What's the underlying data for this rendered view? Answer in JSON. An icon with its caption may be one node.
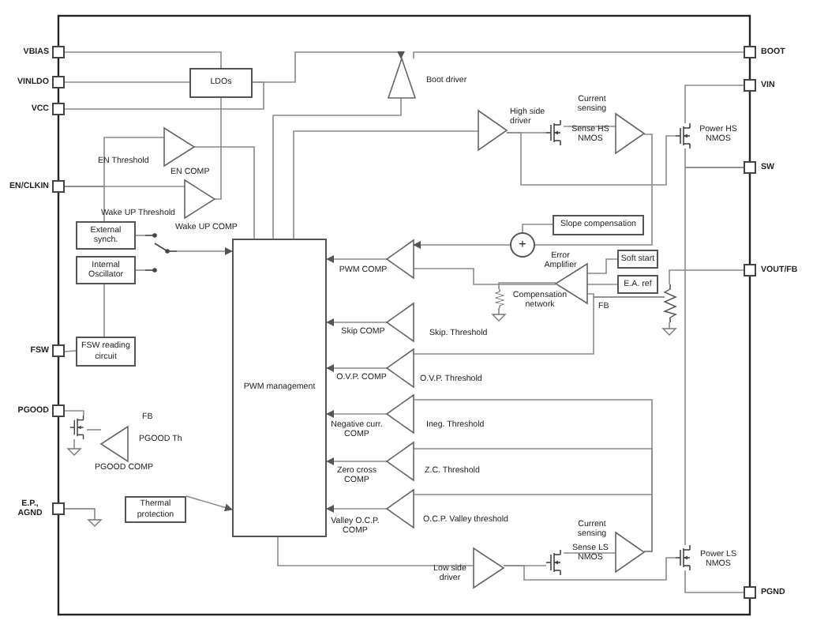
{
  "diagram": {
    "nodes": [
      {
        "text": [],
        "shape": "box",
        "beside": [
          "VBIAS"
        ]
      },
      {
        "text": [],
        "shape": "box",
        "beside": [
          "VINLDO"
        ]
      },
      {
        "text": [],
        "shape": "box",
        "beside": [
          "VCC"
        ]
      },
      {
        "text": [],
        "shape": "box",
        "beside": [
          "EN/CLKIN"
        ]
      },
      {
        "text": [],
        "shape": "box",
        "beside": [
          "FSW"
        ]
      },
      {
        "text": [],
        "shape": "box",
        "beside": [
          "PGOOD"
        ]
      },
      {
        "text": [],
        "shape": "box",
        "beside": [
          "E.P., AGND"
        ]
      },
      {
        "text": [],
        "shape": "box",
        "beside": [
          "BOOT"
        ]
      },
      {
        "text": [],
        "shape": "box",
        "beside": [
          "VIN"
        ]
      },
      {
        "text": [],
        "shape": "box",
        "beside": [
          "SW"
        ]
      },
      {
        "text": [],
        "shape": "box",
        "beside": [
          "VOUT/FB"
        ]
      },
      {
        "text": [],
        "shape": "box",
        "beside": [
          "PGND"
        ]
      },
      {
        "text": [
          "LDOs"
        ]
      },
      {
        "text": [
          "External synch."
        ]
      },
      {
        "text": [
          "Internal Oscillator"
        ]
      },
      {
        "text": [
          "FSW reading circuit"
        ]
      },
      {
        "text": [
          "Thermal protection"
        ]
      },
      {
        "text": [
          "PWM management"
        ]
      },
      {
        "text": [
          "Slope compensation"
        ]
      },
      {
        "text": [
          "Soft start"
        ]
      },
      {
        "text": [
          "E.A. ref"
        ]
      },
      {
        "text": [],
        "shape": "triangle",
        "beside": [
          "EN COMP"
        ]
      },
      {
        "text": [],
        "shape": "triangle",
        "beside": [
          "Wake UP COMP"
        ]
      },
      {
        "text": [],
        "shape": "triangle",
        "beside": [
          "Boot driver"
        ]
      },
      {
        "text": [],
        "shape": "triangle",
        "beside": [
          "High side driver"
        ]
      },
      {
        "text": [],
        "shape": "triangle",
        "beside": [
          "Current sensing"
        ]
      },
      {
        "text": [],
        "shape": "transistor"
      },
      {
        "text": [],
        "shape": "transistor",
        "beside": [
          "Power HS NMOS"
        ]
      },
      {
        "text": [
          "+"
        ]
      },
      {
        "text": [],
        "shape": "triangle",
        "beside": [
          "Error Amplifier"
        ]
      },
      {
        "text": [],
        "shape": "triangle",
        "beside": [
          "PWM COMP"
        ]
      },
      {
        "text": [],
        "shape": "resistor"
      },
      {
        "text": [],
        "shape": "triangle",
        "beside": [
          "Skip COMP"
        ]
      },
      {
        "text": [],
        "shape": "triangle",
        "beside": [
          "O.V.P. COMP"
        ]
      },
      {
        "text": [],
        "shape": "triangle"
      },
      {
        "text": [],
        "shape": "triangle",
        "beside": [
          "Zero cross COMP"
        ]
      },
      {
        "text": [],
        "shape": "triangle",
        "beside": [
          "Valley O.C.P. COMP"
        ]
      },
      {
        "text": [],
        "shape": "triangle",
        "beside": [
          "PGOOD COMP"
        ]
      },
      {
        "text": [],
        "shape": "transistor"
      },
      {
        "text": [],
        "shape": "triangle",
        "beside": [
          "Low side driver"
        ]
      },
      {
        "text": [],
        "shape": "triangle",
        "beside": [
          "Current sensing"
        ]
      },
      {
        "text": [],
        "shape": "transistor"
      },
      {
        "text": [],
        "shape": "transistor",
        "beside": [
          "Power LS NMOS"
        ]
      },
      {
        "text": [],
        "shape": "resistor"
      },
      {
        "text": [],
        "shape": "switch"
      }
    ],
    "edges": [
      {
        "from": 0,
        "to": 12,
        "arrow": "none"
      },
      {
        "from": 1,
        "to": 12,
        "arrow": "none"
      },
      {
        "from": 12,
        "to": 2,
        "arrow": "none"
      },
      {
        "from": 12,
        "to": 23,
        "arrow": "to"
      },
      {
        "from": 23,
        "to": 7,
        "arrow": "none"
      },
      {
        "from": 3,
        "to": 22,
        "arrow": "none"
      },
      {
        "from": 3,
        "to": 21,
        "arrow": "none"
      },
      {
        "from": 3,
        "to": 13,
        "arrow": "none"
      },
      {
        "from": 21,
        "to": 17,
        "arrow": "none"
      },
      {
        "from": 22,
        "to": 12,
        "arrow": "none"
      },
      {
        "from": 13,
        "to": 44,
        "arrow": "none"
      },
      {
        "from": 14,
        "to": 44,
        "arrow": "none"
      },
      {
        "from": 44,
        "to": 17,
        "arrow": "to"
      },
      {
        "from": 14,
        "to": 15,
        "arrow": "none"
      },
      {
        "from": 4,
        "to": 15,
        "arrow": "none"
      },
      {
        "from": 16,
        "to": 17,
        "arrow": "to"
      },
      {
        "from": 5,
        "to": 38,
        "arrow": "none"
      },
      {
        "from": 37,
        "to": 38,
        "arrow": "none"
      },
      {
        "from": 17,
        "to": 23,
        "arrow": "none"
      },
      {
        "from": 17,
        "to": 24,
        "arrow": "none"
      },
      {
        "from": 24,
        "to": 26,
        "arrow": "none"
      },
      {
        "from": 24,
        "to": 27,
        "arrow": "none"
      },
      {
        "from": 26,
        "to": 25,
        "arrow": "none"
      },
      {
        "from": 8,
        "to": 27,
        "arrow": "none"
      },
      {
        "from": 27,
        "to": 9,
        "arrow": "none"
      },
      {
        "from": 9,
        "to": 42,
        "arrow": "none"
      },
      {
        "from": 25,
        "to": 28,
        "arrow": "none"
      },
      {
        "from": 18,
        "to": 28,
        "arrow": "none"
      },
      {
        "from": 28,
        "to": 30,
        "arrow": "to"
      },
      {
        "from": 29,
        "to": 30,
        "arrow": "none"
      },
      {
        "from": 31,
        "to": 29,
        "arrow": "none"
      },
      {
        "from": 19,
        "to": 29,
        "arrow": "none"
      },
      {
        "from": 20,
        "to": 29,
        "arrow": "none"
      },
      {
        "from": 10,
        "to": 43,
        "arrow": "none"
      },
      {
        "from": 43,
        "to": 29,
        "arrow": "none"
      },
      {
        "from": 43,
        "to": 33,
        "arrow": "none"
      },
      {
        "from": 30,
        "to": 17,
        "arrow": "to"
      },
      {
        "from": 32,
        "to": 17,
        "arrow": "to"
      },
      {
        "from": 33,
        "to": 17,
        "arrow": "to"
      },
      {
        "from": 34,
        "to": 17,
        "arrow": "to"
      },
      {
        "from": 35,
        "to": 17,
        "arrow": "to"
      },
      {
        "from": 36,
        "to": 17,
        "arrow": "to"
      },
      {
        "from": 40,
        "to": 34,
        "arrow": "none"
      },
      {
        "from": 40,
        "to": 35,
        "arrow": "none"
      },
      {
        "from": 40,
        "to": 36,
        "arrow": "none"
      },
      {
        "from": 17,
        "to": 39,
        "arrow": "none"
      },
      {
        "from": 39,
        "to": 41,
        "arrow": "none"
      },
      {
        "from": 39,
        "to": 42,
        "arrow": "none"
      },
      {
        "from": 41,
        "to": 40,
        "arrow": "none"
      },
      {
        "from": 42,
        "to": 11,
        "arrow": "none"
      }
    ],
    "labels": [
      "EN Threshold",
      "Wake UP Threshold",
      "FB",
      "Skip. Threshold",
      "O.V.P. Threshold",
      "Ineg. Threshold",
      "Z.C. Threshold",
      "O.C.P. Valley threshold",
      "FB",
      "PGOOD Th",
      "Sense HS NMOS",
      "Compensation network",
      "Negative curr. COMP",
      "Sense LS NMOS"
    ]
  }
}
